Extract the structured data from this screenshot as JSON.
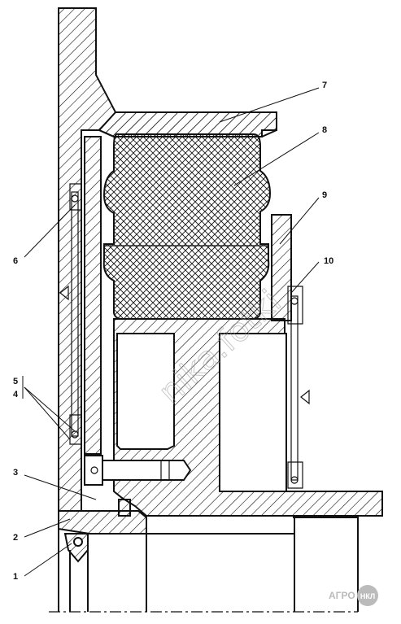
{
  "labels": {
    "l1": "1",
    "l2": "2",
    "l3": "3",
    "l45_top": "5",
    "l45_bottom": "4",
    "l6": "6",
    "l7": "7",
    "l8": "8",
    "l9": "9",
    "l10": "10"
  },
  "watermark": "nika.fotki",
  "logo": {
    "text": "АГРО",
    "badge": "НКЛ"
  },
  "colors": {
    "ink": "#111111",
    "rubber_hatch": "#111111",
    "logo_gray": "#bbbbbb"
  }
}
